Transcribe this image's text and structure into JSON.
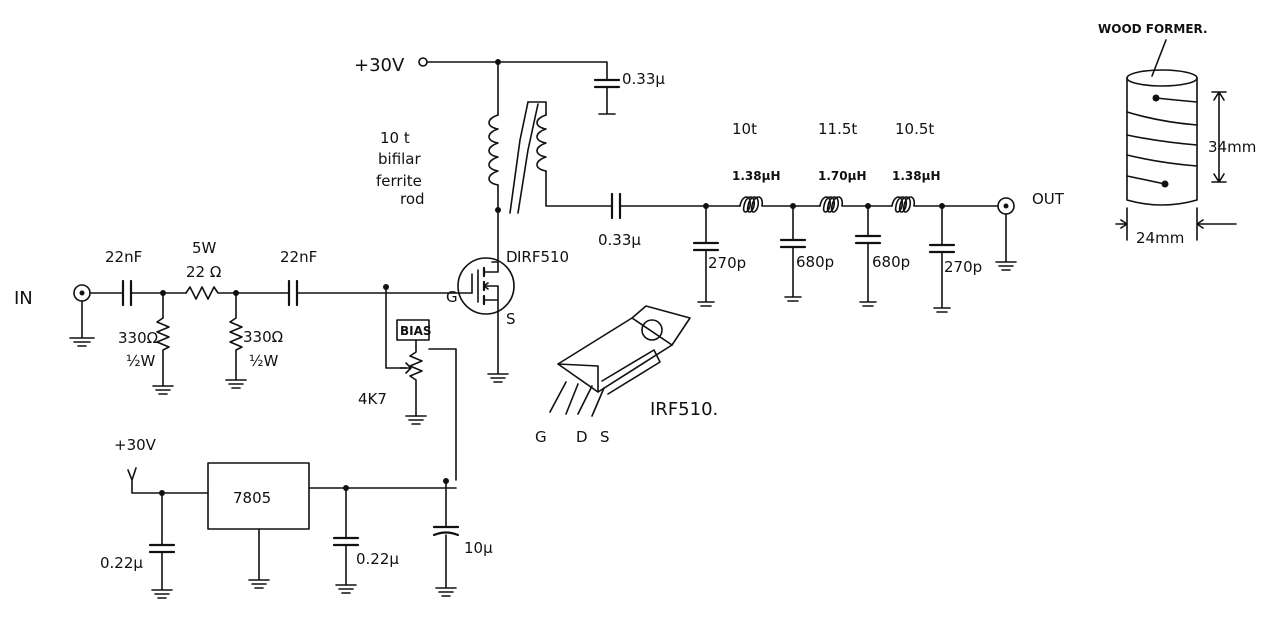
{
  "labels": {
    "in": "IN",
    "out": "OUT",
    "supply_top": "+30V",
    "supply_reg": "+30V",
    "c_in": "22nF",
    "c_mid": "22nF",
    "r_series_power": "5W",
    "r_series": "22 Ω",
    "r_shunt1": "330Ω",
    "r_shunt1_power": "½W",
    "r_shunt2": "330Ω",
    "r_shunt2_power": "½W",
    "bias": "BIAS",
    "r_bias": "4K7",
    "regulator": "7805",
    "c_reg_in": "0.22µ",
    "c_reg_out": "0.22µ",
    "c_reg_elec": "10µ",
    "transformer_turns": "10 t",
    "transformer_type": "bifilar",
    "transformer_core": "ferrite",
    "transformer_core2": "rod",
    "c_decouple": "0.33µ",
    "c_couple_out": "0.33µ",
    "mosfet": "IRF510",
    "pin_d": "D",
    "pin_g": "G",
    "pin_s": "S",
    "l1_turns": "10t",
    "l2_turns": "11.5t",
    "l3_turns": "10.5t",
    "l1": "1.38µH",
    "l2": "1.70µH",
    "l3": "1.38µH",
    "c_f1": "270p",
    "c_f2": "680p",
    "c_f3": "680p",
    "c_f4": "270p",
    "package_name": "IRF510.",
    "package_g": "G",
    "package_d": "D",
    "package_s": "S",
    "former_title": "WOOD FORMER.",
    "former_height": "34mm",
    "former_diameter": "24mm"
  }
}
